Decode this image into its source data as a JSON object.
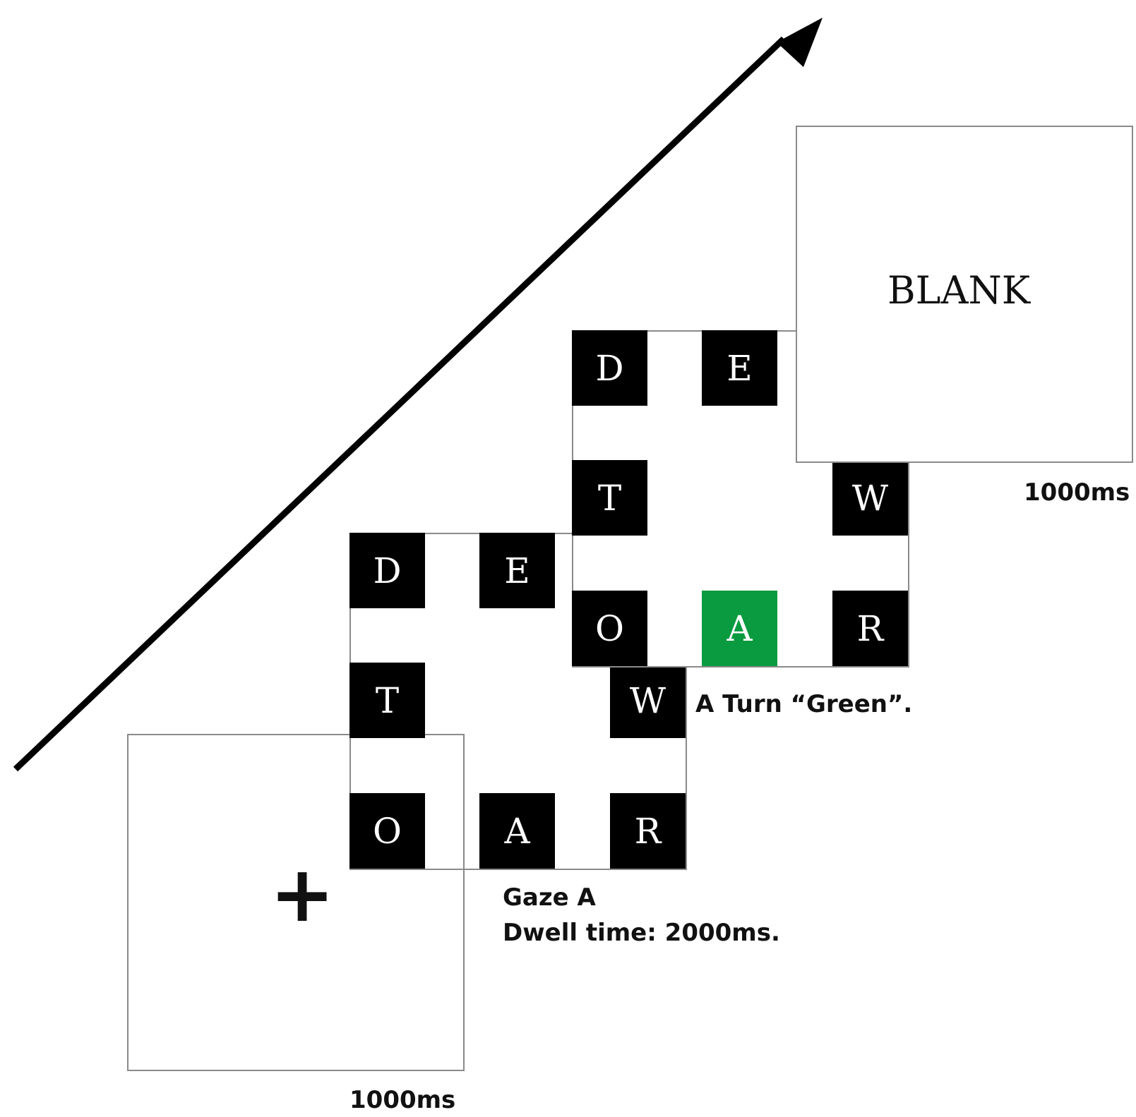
{
  "fixation": {
    "symbol": "+",
    "duration": "1000ms"
  },
  "speller_1": {
    "letters": [
      "D",
      "E",
      "T",
      "W",
      "O",
      "A",
      "R"
    ],
    "caption_line1": "Gaze A",
    "caption_line2": "Dwell time: 2000ms."
  },
  "speller_2": {
    "letters": [
      "D",
      "E",
      "T",
      "W",
      "O",
      "A",
      "R"
    ],
    "highlight_letter": "A",
    "highlight_color": "#0a9a3f",
    "caption": "A Turn “Green”."
  },
  "blank": {
    "label": "BLANK",
    "duration": "1000ms"
  },
  "time_arrow": {
    "icon": "arrow-icon"
  }
}
